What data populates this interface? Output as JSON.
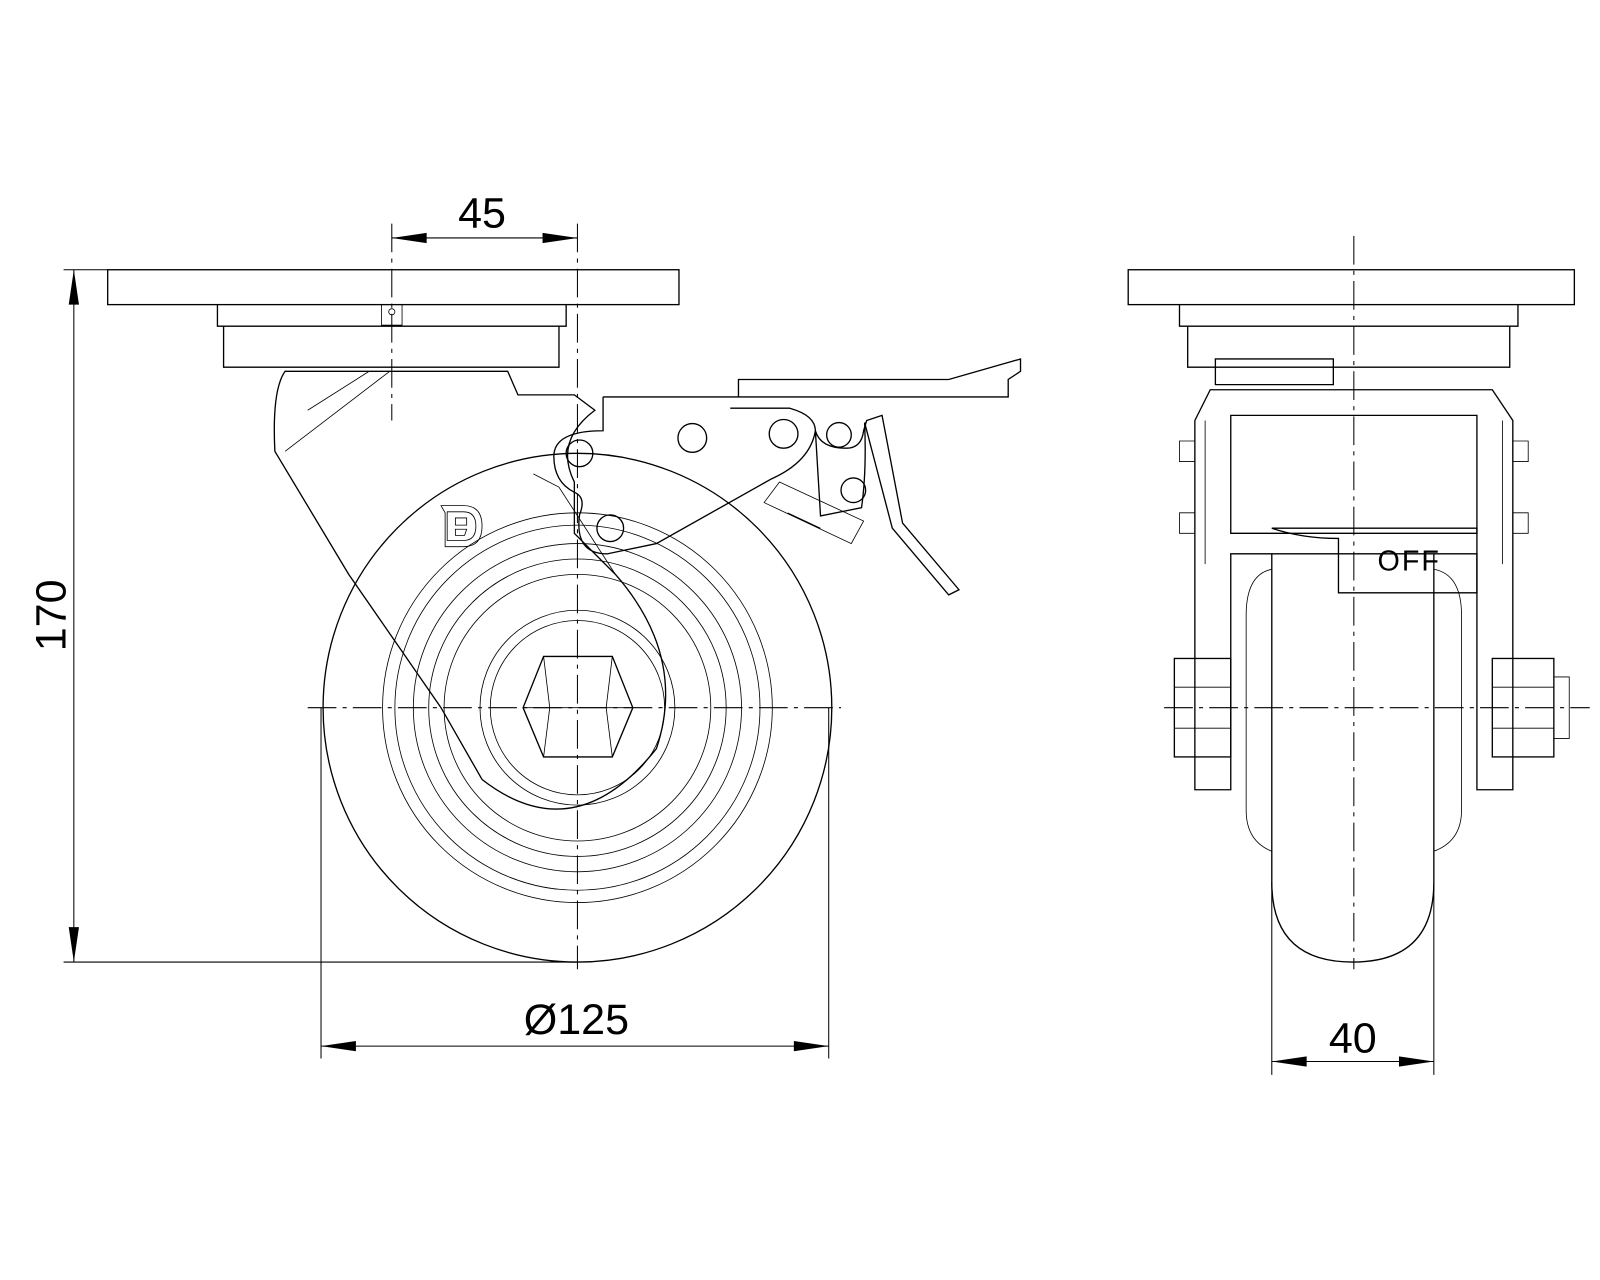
{
  "drawing": {
    "title": "Swivel castor with total brake - technical drawing",
    "dimensions": {
      "offset": "45",
      "height": "170",
      "wheel_diameter": "Ø125",
      "wheel_width": "40"
    },
    "brake_label": "OFF",
    "logo_letter": "D"
  }
}
